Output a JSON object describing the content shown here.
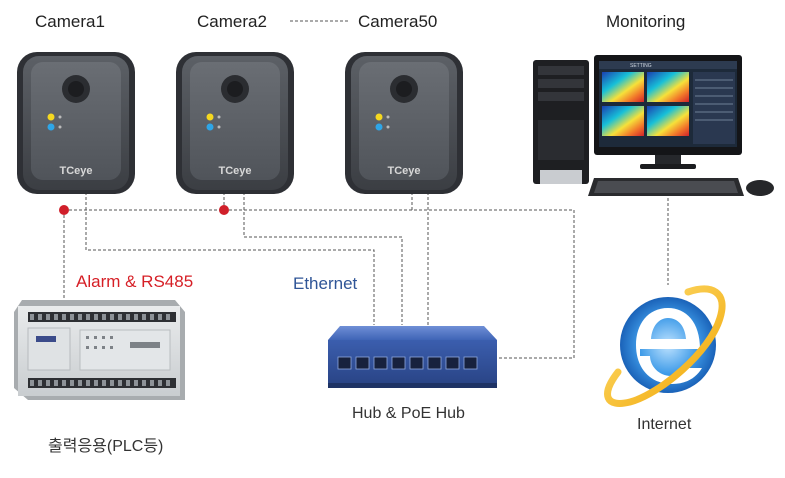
{
  "cameras": [
    {
      "title": "Camera1",
      "brand": "TCeye"
    },
    {
      "title": "Camera2",
      "brand": "TCeye"
    },
    {
      "title": "Camera50",
      "brand": "TCeye"
    }
  ],
  "monitoring": {
    "title": "Monitoring",
    "screen_tab": "SETTING"
  },
  "links": {
    "alarm": "Alarm & RS485",
    "ethernet": "Ethernet"
  },
  "hub": {
    "label": "Hub & PoE Hub"
  },
  "internet": {
    "label": "Internet"
  },
  "plc": {
    "label": "출력응용(PLC등)"
  },
  "colors": {
    "alarm_text": "#d61f26",
    "ethernet_text": "#2f5597",
    "junction_dot": "#d01f2a",
    "hub_body": "#3d63b8"
  }
}
